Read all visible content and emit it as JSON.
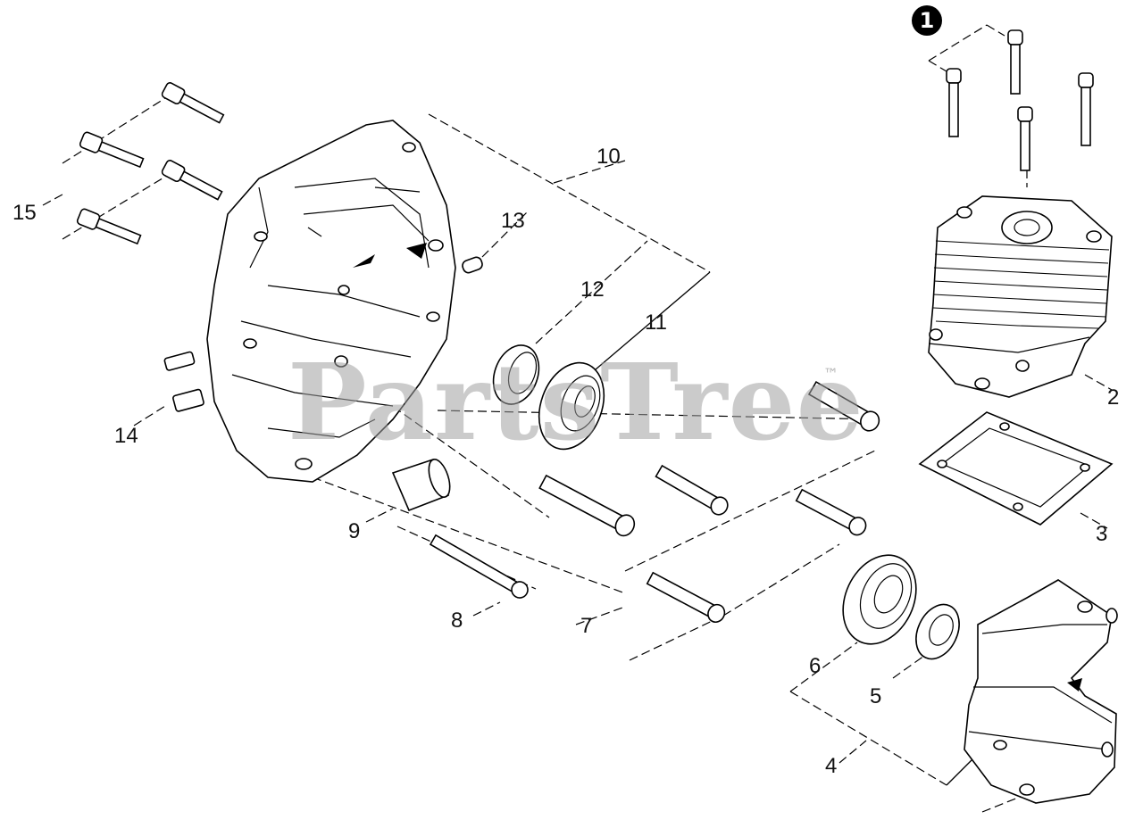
{
  "watermark": {
    "text": "PartsTree",
    "trademark": "™"
  },
  "reference_badge": "1",
  "callouts": {
    "c2": "2",
    "c3": "3",
    "c4": "4",
    "c5": "5",
    "c6": "6",
    "c7": "7",
    "c8": "8",
    "c9": "9",
    "c10": "10",
    "c11": "11",
    "c12": "12",
    "c13": "13",
    "c14": "14",
    "c15": "15"
  },
  "colors": {
    "ink": "#000000",
    "watermark": "#a0a0a0",
    "background": "#ffffff"
  }
}
